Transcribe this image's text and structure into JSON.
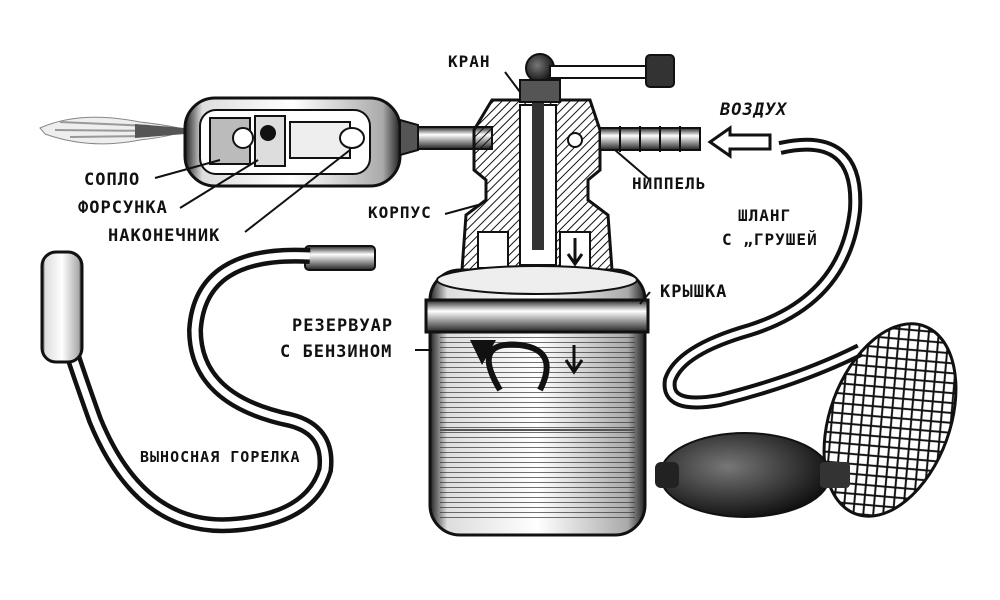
{
  "colors": {
    "ink": "#111111",
    "paper": "#ffffff"
  },
  "labels": {
    "kran": "КРАН",
    "vozdukh": "ВОЗДУХ",
    "soplo": "СОПЛО",
    "forsunka": "ФОРСУНКА",
    "nakonechnik": "НАКОНЕЧНИК",
    "korpus": "КОРПУС",
    "nippel": "НИППЕЛЬ",
    "shlang_line1": "ШЛАНГ",
    "shlang_line2": "С „ГРУШЕЙ",
    "kryshka": "КРЫШКА",
    "rezervuar_line1": "РЕЗЕРВУАР",
    "rezervuar_line2": "С БЕНЗИНОМ",
    "vynosnaya": "ВЫНОСНАЯ ГОРЕЛКА"
  }
}
